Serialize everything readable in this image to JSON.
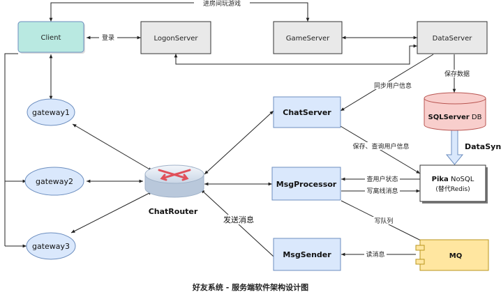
{
  "colors": {
    "client_fill": "#b9e9e1",
    "server_fill": "#e9e9e9",
    "service_fill": "#dae8fc",
    "service_stroke": "#6c8ebf",
    "db_fill": "#f8cecc",
    "mq_fill": "#ffe6a0",
    "router_accent": "#e0505a"
  },
  "nodes": {
    "client": "Client",
    "logon": "LogonServer",
    "game": "GameServer",
    "data": "DataServer",
    "gateway1": "gateway1",
    "gateway2": "gateway2",
    "gateway3": "gateway3",
    "router": "ChatRouter",
    "chat": "ChatServer",
    "msgproc": "MsgProcessor",
    "msgsender": "MsgSender",
    "db_bold": "SQLServer",
    "db_rest": " DB",
    "pika_bold": "Pika",
    "pika_rest": " NoSQL",
    "pika_sub": "(替代Redis)",
    "mq": "MQ"
  },
  "labels": {
    "enter_room": "进房间玩游戏",
    "login": "登录",
    "sync_user": "同步用户信息",
    "save_data": "保存数据",
    "datasync": "DataSync",
    "save_query": "保存、查询用户信息",
    "query_status": "查用户状态",
    "write_offline": "写离线消息",
    "write_queue": "写队列",
    "read_msg": "读消息",
    "send_msg": "发送消息"
  },
  "caption": "好友系统 - 服务端软件架构设计图"
}
